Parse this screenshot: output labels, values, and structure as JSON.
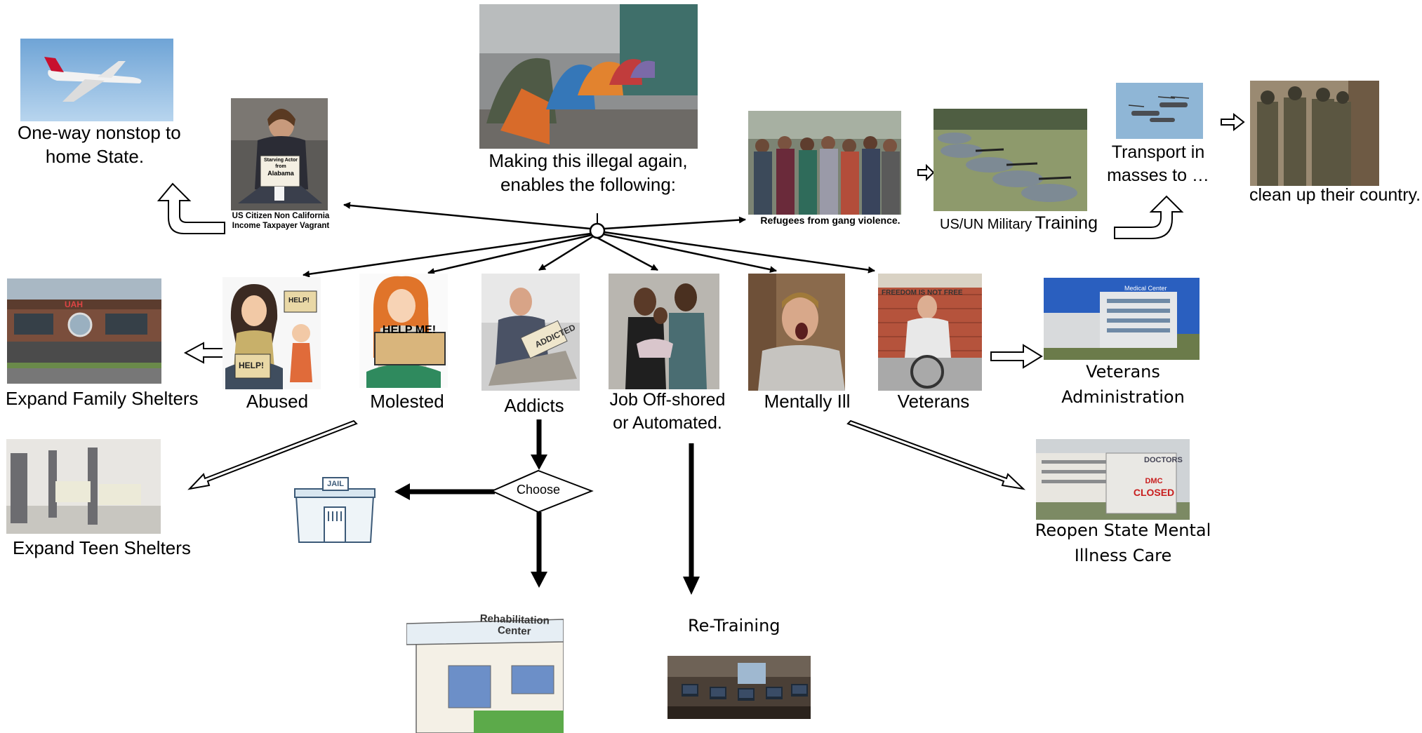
{
  "center": {
    "caption_line1": "Making this illegal again,",
    "caption_line2": "enables the following:"
  },
  "top_left": {
    "flight_line1": "One-way nonstop to",
    "flight_line2": "home State.",
    "vagrant_line1": "US Citizen Non California",
    "vagrant_line2": "Income Taxpayer Vagrant",
    "sign_line1": "Starving Actor",
    "sign_line2": "from",
    "sign_line3": "Alabama"
  },
  "top_right": {
    "refugees": "Refugees from gang violence.",
    "training_small": "US/UN Military",
    "training_large": "Training",
    "transport_line1": "Transport in",
    "transport_line2": "masses to …",
    "cleanup": "clean up their country."
  },
  "groups": {
    "abused": "Abused",
    "molested": "Molested",
    "addicts": "Addicts",
    "jobs_line1": "Job Off-shored",
    "jobs_line2": "or Automated.",
    "mentally_ill": "Mentally Ill",
    "veterans": "Veterans"
  },
  "signs": {
    "help1": "HELP!",
    "help2": "HELP!",
    "help_me": "HELP ME!",
    "addicted": "ADDICTED",
    "freedom": "FREEDOM IS NOT FREE",
    "jail": "JAIL",
    "rehab_line1": "Rehabilitation",
    "rehab_line2": "Center",
    "uah": "UAH",
    "dmc_line1": "DMC",
    "dmc_line2": "CLOSED",
    "doctors": "DOCTORS",
    "medical": "Medical Center"
  },
  "outcomes": {
    "family_shelters": "Expand Family Shelters",
    "teen_shelters": "Expand Teen Shelters",
    "choose": "Choose",
    "retraining": "Re-Training",
    "va_line1": "Veterans",
    "va_line2": "Administration",
    "mental_line1": "Reopen State Mental",
    "mental_line2": "Illness Care"
  }
}
